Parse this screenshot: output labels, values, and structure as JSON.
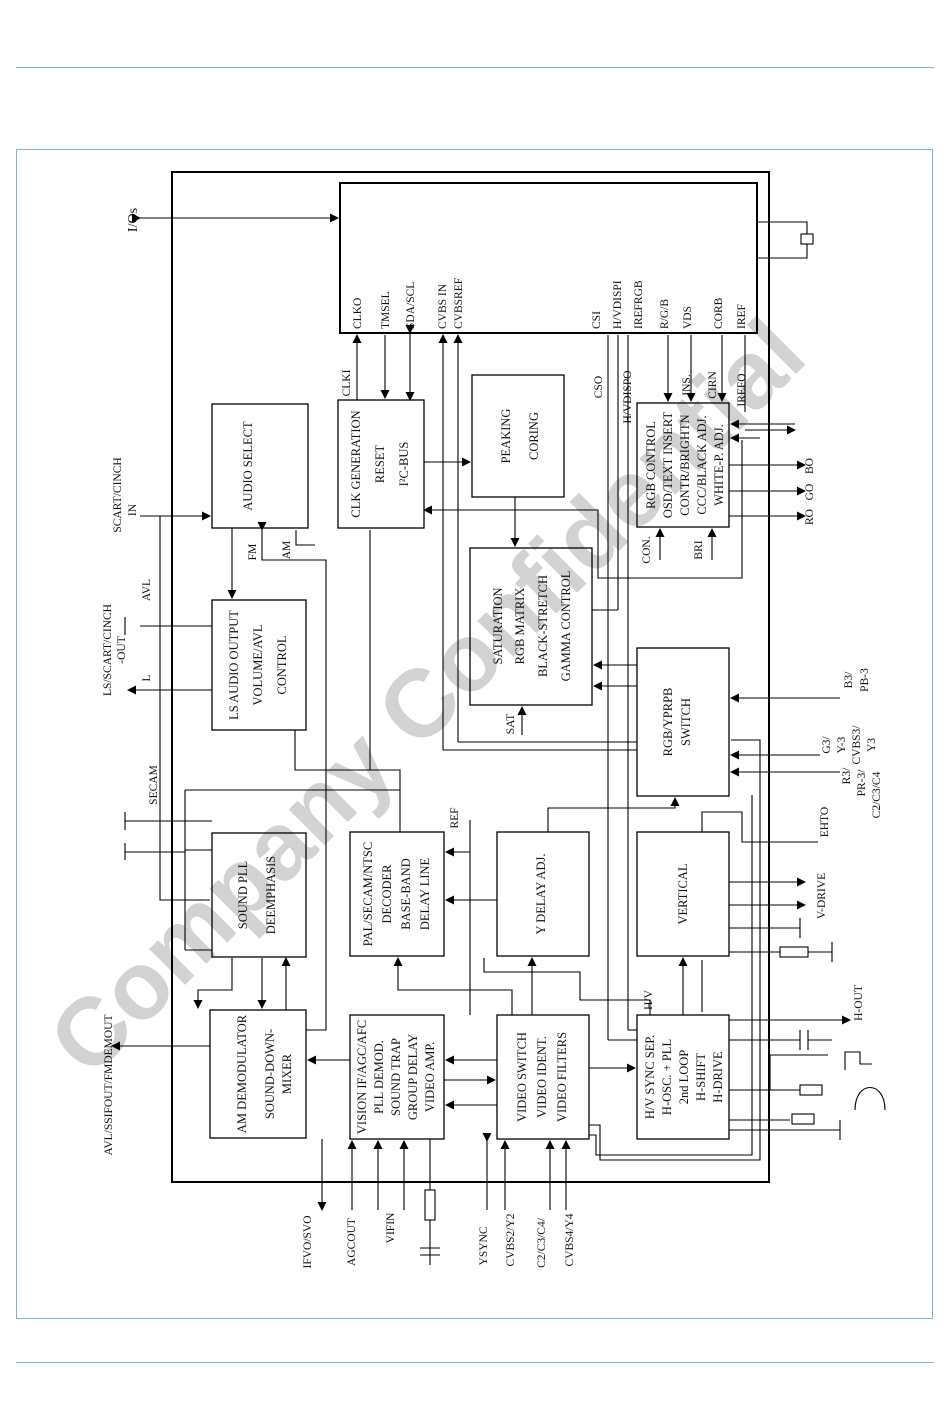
{
  "watermark": "Company Confidential",
  "blocks": {
    "audio_select": [
      "AUDIO SELECT"
    ],
    "ls_audio": [
      "LS AUDIO OUTPUT",
      "VOLUME/AVL",
      "CONTROL"
    ],
    "sound_pll": [
      "SOUND PLL",
      "DEEMPHASIS"
    ],
    "am_demod": [
      "AM DEMODULATOR",
      "SOUND-DOWN-",
      "MIXER"
    ],
    "clk_gen": [
      "CLK GENERATION",
      "RESET",
      "I²C-BUS"
    ],
    "decoder": [
      "PAL/SECAM/NTSC",
      "DECODER",
      "BASE-BAND",
      "DELAY LINE"
    ],
    "vision_if": [
      "VISION IF/AGC/AFC",
      "PLL DEMOD.",
      "SOUND TRAP",
      "GROUP DELAY",
      "VIDEO AMP."
    ],
    "peaking": [
      "PEAKING",
      "CORING"
    ],
    "saturation": [
      "SATURATION",
      "RGB MATRIX",
      "BLACK-STRETCH",
      "GAMMA CONTROL"
    ],
    "y_delay": [
      "Y DELAY ADJ."
    ],
    "video_switch": [
      "VIDEO SWITCH",
      "VIDEO IDENT.",
      "VIDEO FILTERS"
    ],
    "rgb_control": [
      "RGB CONTROL",
      "OSD/TEXT INSERT",
      "CONTR/BRIGHTN",
      "CCC/BLACK ADJ.",
      "WHITE-P. ADJ."
    ],
    "rgb_switch": [
      "RGB/YPRPB",
      "SWITCH"
    ],
    "vertical": [
      "VERTICAL"
    ],
    "hv_sync": [
      "H/V SYNC SEP.",
      "H-OSC. + PLL",
      "2nd LOOP",
      "H-SHIFT",
      "H-DRIVE"
    ]
  },
  "mcu_pins": [
    "CLKO",
    "TMSEL",
    "SDA/SCL",
    "CVBS IN",
    "CVBSREF",
    "CSI",
    "H/VDISPI",
    "IREFRGB",
    "R/G/B",
    "VDS",
    "CORB",
    "IREF"
  ],
  "signals": {
    "ios": "I/Os",
    "scart_in": "SCART/CINCH",
    "scart_in2": "IN",
    "ls_scart": "LS/SCART/CINCH",
    "ls_scart2": "-OUT",
    "avl": "AVL",
    "l": "L",
    "secam": "SECAM",
    "avl_out": "AVL/SSIFOUT/FMDEMOUT",
    "fm": "FM",
    "am": "AM",
    "clki": "CLKI",
    "cso": "CSO",
    "hvdispo": "H/VDISPO",
    "ins": "INS.",
    "cirn": "CIRN",
    "irefo": "IREFO",
    "con": "CON.",
    "bri": "BRI",
    "ro": "RO",
    "go": "GO",
    "bo": "BO",
    "sat": "SAT",
    "ref": "REF",
    "b3": "B3/",
    "pb3": "PB-3",
    "g3": "G3/",
    "y3": "Y-3",
    "cvbs3": "CVBS3/",
    "y3b": "Y3",
    "r3": "R3/",
    "pr3": "PR-3/",
    "c2c3c4": "C2/C3/C4",
    "ehto": "EHTO",
    "vdrive": "V-DRIVE",
    "hout": "H-OUT",
    "hv": "H/V",
    "ifvo": "IFVO/SVO",
    "agcout": "AGCOUT",
    "vifin": "VIFIN",
    "ysync": "YSYNC",
    "cvbs2": "CVBS2/Y2",
    "c2c3c4b": "C2/C3/C4/",
    "cvbs4": "CVBS4/Y4"
  }
}
